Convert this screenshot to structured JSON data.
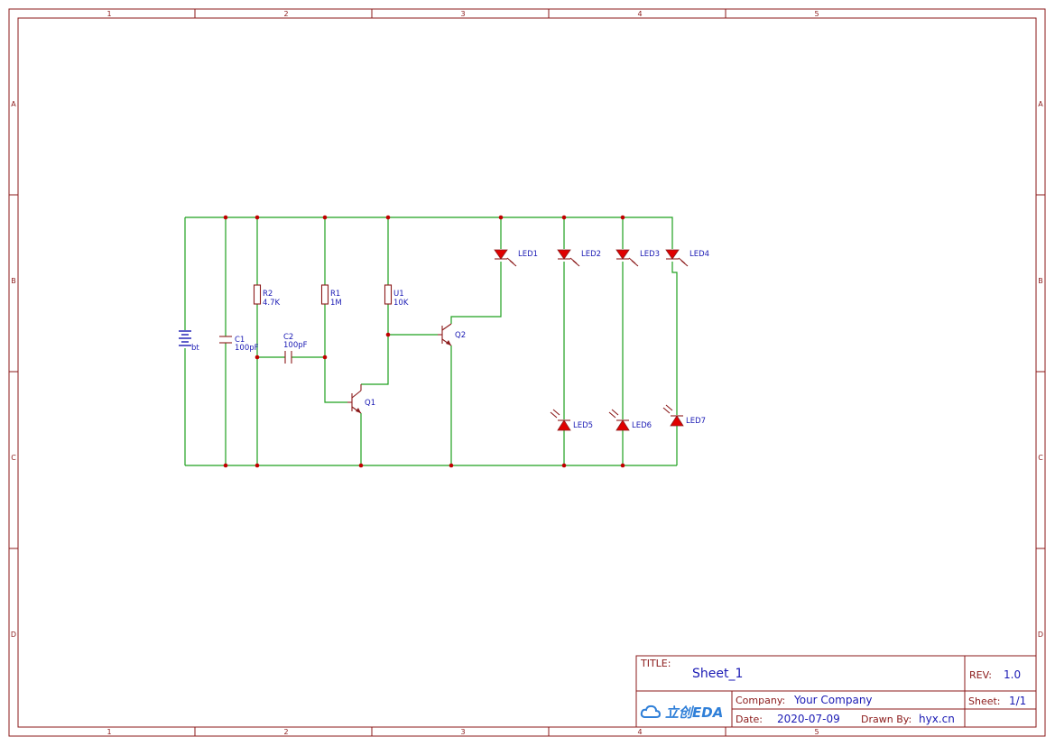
{
  "zones": {
    "columns": [
      "1",
      "2",
      "3",
      "4",
      "5"
    ],
    "rows": [
      "A",
      "B",
      "C",
      "D"
    ]
  },
  "components": {
    "bt": {
      "ref": "bt"
    },
    "C1": {
      "ref": "C1",
      "value": "100pF"
    },
    "R2": {
      "ref": "R2",
      "value": "4.7K"
    },
    "C2": {
      "ref": "C2",
      "value": "100pF"
    },
    "R1": {
      "ref": "R1",
      "value": "1M"
    },
    "U1": {
      "ref": "U1",
      "value": "10K"
    },
    "Q1": {
      "ref": "Q1"
    },
    "Q2": {
      "ref": "Q2"
    },
    "LED1": {
      "ref": "LED1"
    },
    "LED2": {
      "ref": "LED2"
    },
    "LED3": {
      "ref": "LED3"
    },
    "LED4": {
      "ref": "LED4"
    },
    "LED5": {
      "ref": "LED5"
    },
    "LED6": {
      "ref": "LED6"
    },
    "LED7": {
      "ref": "LED7"
    }
  },
  "title_block": {
    "title_label": "TITLE:",
    "title": "Sheet_1",
    "rev_label": "REV:",
    "rev": "1.0",
    "company_label": "Company:",
    "company": "Your Company",
    "sheet_label": "Sheet:",
    "sheet": "1/1",
    "date_label": "Date:",
    "date": "2020-07-09",
    "drawn_label": "Drawn By:",
    "drawn": "hyx.cn",
    "logo_text": "立创EDA"
  },
  "colors": {
    "frame": "#8b1a1a",
    "wire": "#1ea01e",
    "part": "#8b1a1a",
    "led_fill": "#e00000",
    "battery": "#1a1ab4",
    "value_text": "#1a1ab4",
    "logo": "#2f7fd8"
  }
}
